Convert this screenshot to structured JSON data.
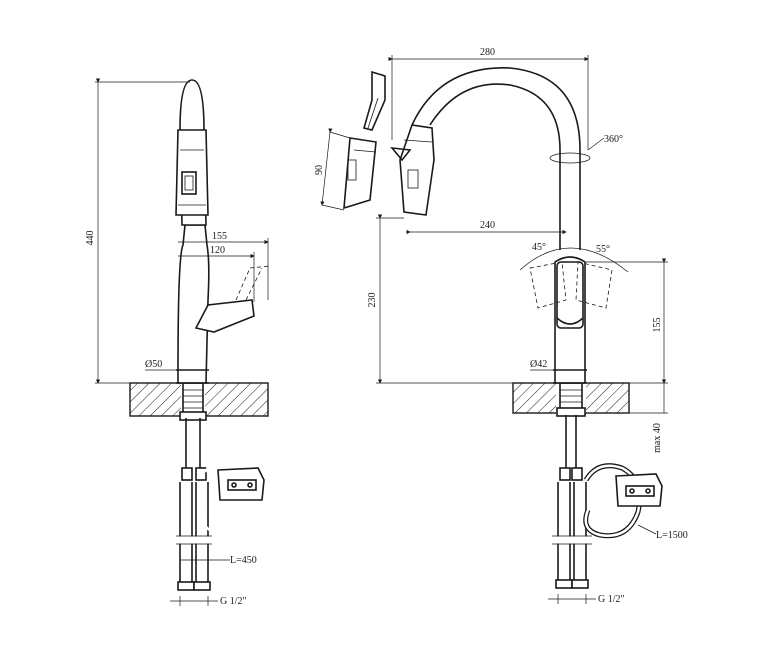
{
  "side_view": {
    "dim_height": "440",
    "dim_reach": "155",
    "dim_handle": "120",
    "dim_base": "Ø50",
    "dim_hose": "L=450",
    "dim_thread": "G 1/2\""
  },
  "front_view": {
    "dim_width": "280",
    "dim_rotation": "360°",
    "dim_spray_angle": "90",
    "dim_spout_reach": "240",
    "dim_spout_height": "230",
    "dim_angle_left": "45°",
    "dim_angle_right": "55°",
    "dim_handle_height": "155",
    "dim_base": "Ø42",
    "dim_deck": "max 40",
    "dim_hose": "L=1500",
    "dim_thread": "G 1/2\""
  }
}
